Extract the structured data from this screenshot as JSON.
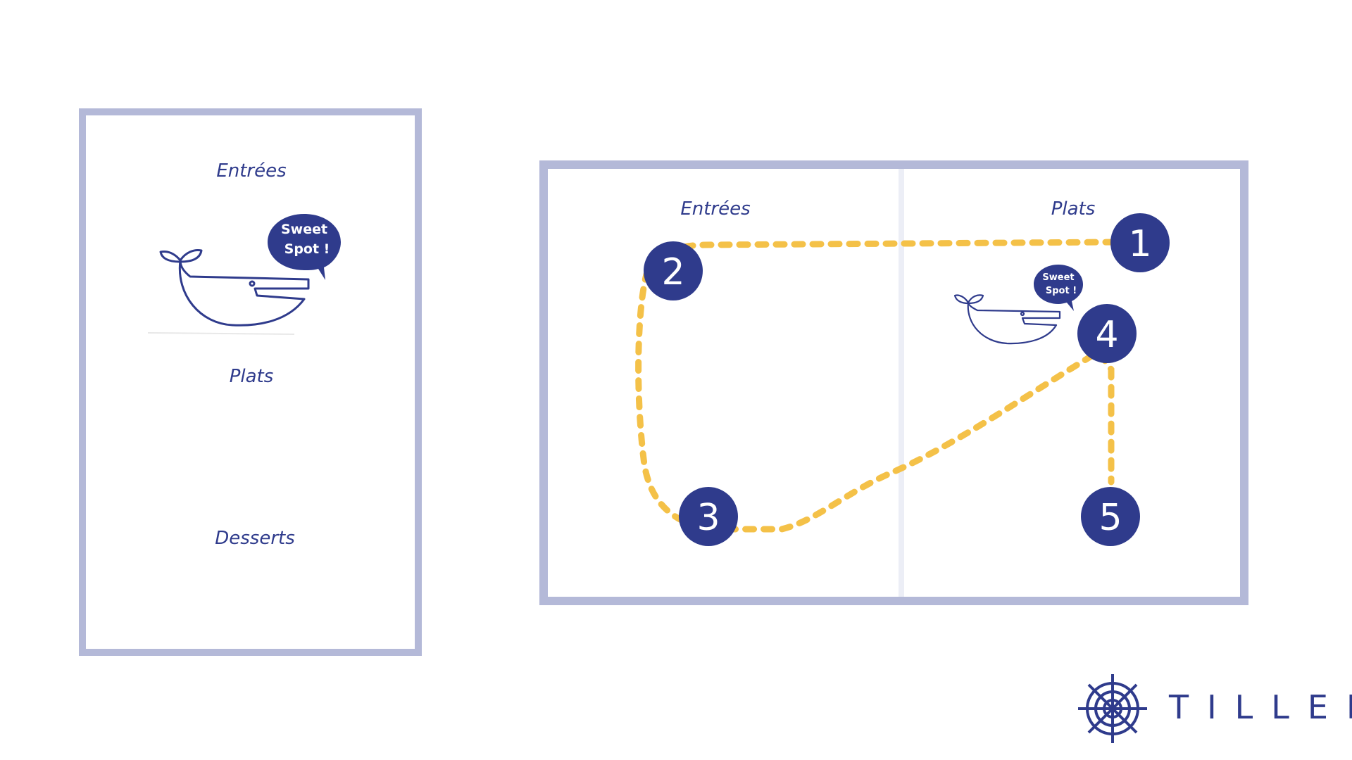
{
  "left_menu": {
    "sections": [
      "Entrées",
      "Plats",
      "Desserts"
    ],
    "bubble_line1": "Sweet",
    "bubble_line2": "Spot !"
  },
  "right_menu": {
    "sections": [
      "Entrées",
      "Plats"
    ],
    "bubble_line1": "Sweet",
    "bubble_line2": "Spot !",
    "steps": [
      "1",
      "2",
      "3",
      "4",
      "5"
    ]
  },
  "colors": {
    "frame": "#b4b9d8",
    "navy": "#2f3b8c",
    "path": "#f4c148"
  },
  "logo": {
    "icon": "ship-wheel-icon",
    "text": "TILLER"
  }
}
